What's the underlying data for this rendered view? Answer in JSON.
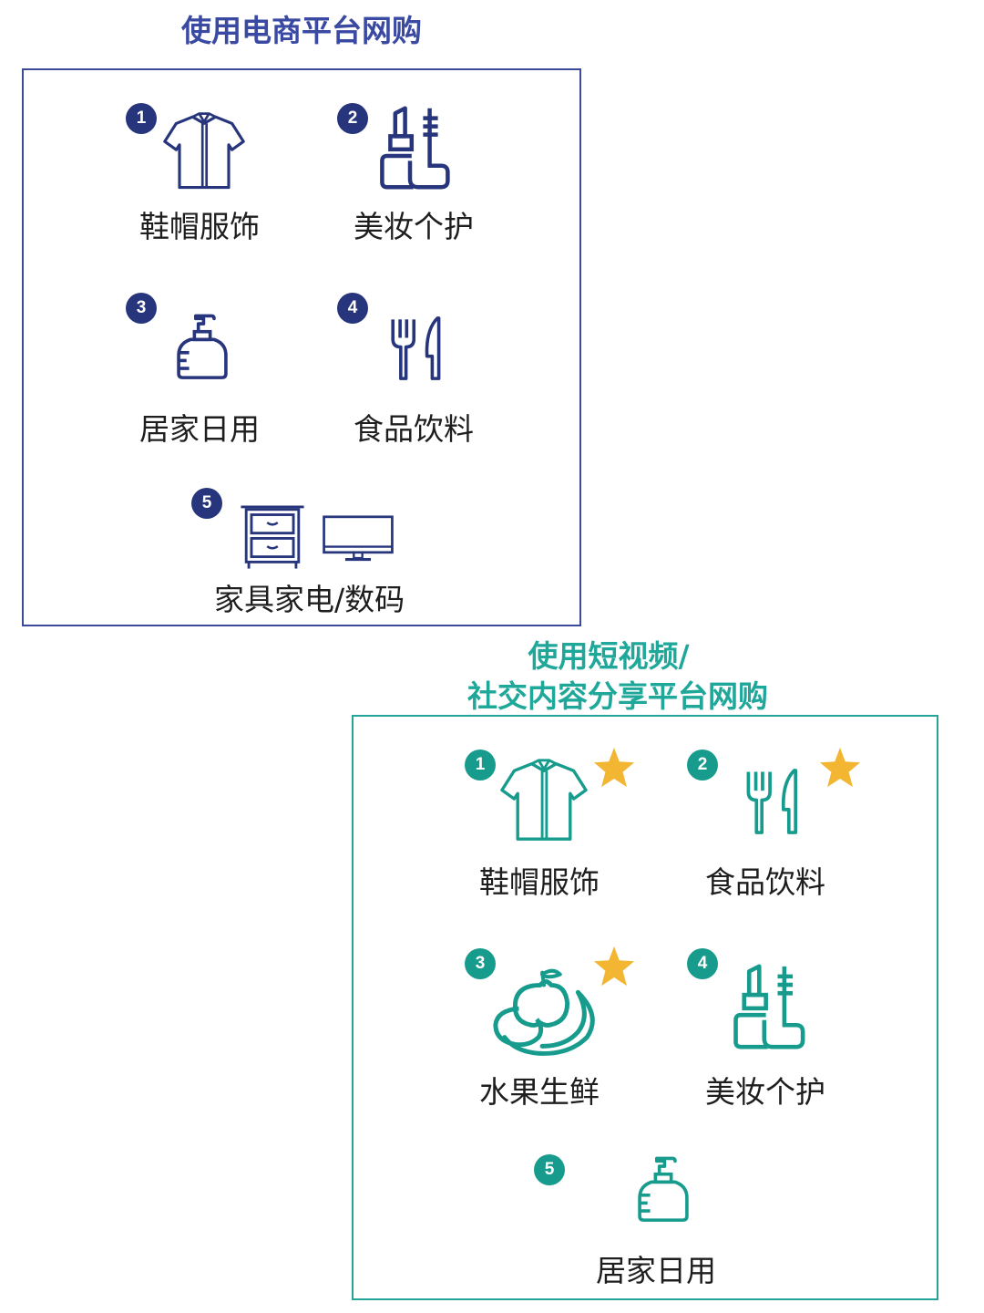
{
  "panel1": {
    "title": "使用电商平台网购",
    "accent": "#27357c",
    "items": [
      {
        "rank": "1",
        "label": "鞋帽服饰",
        "icon": "shirt-icon"
      },
      {
        "rank": "2",
        "label": "美妆个护",
        "icon": "cosmetics-icon"
      },
      {
        "rank": "3",
        "label": "居家日用",
        "icon": "pump-bottle-icon"
      },
      {
        "rank": "4",
        "label": "食品饮料",
        "icon": "fork-knife-icon"
      },
      {
        "rank": "5",
        "label": "家具家电/数码",
        "icon": "cabinet-tv-icon"
      }
    ]
  },
  "panel2": {
    "title_line1": "使用短视频/",
    "title_line2": "社交内容分享平台网购",
    "accent": "#169b8d",
    "star_color": "#f2b632",
    "items": [
      {
        "rank": "1",
        "label": "鞋帽服饰",
        "icon": "shirt-icon",
        "starred": true
      },
      {
        "rank": "2",
        "label": "食品饮料",
        "icon": "fork-knife-icon",
        "starred": true
      },
      {
        "rank": "3",
        "label": "水果生鲜",
        "icon": "fruit-icon",
        "starred": true
      },
      {
        "rank": "4",
        "label": "美妆个护",
        "icon": "cosmetics-icon",
        "starred": false
      },
      {
        "rank": "5",
        "label": "居家日用",
        "icon": "pump-bottle-icon",
        "starred": false
      }
    ]
  }
}
